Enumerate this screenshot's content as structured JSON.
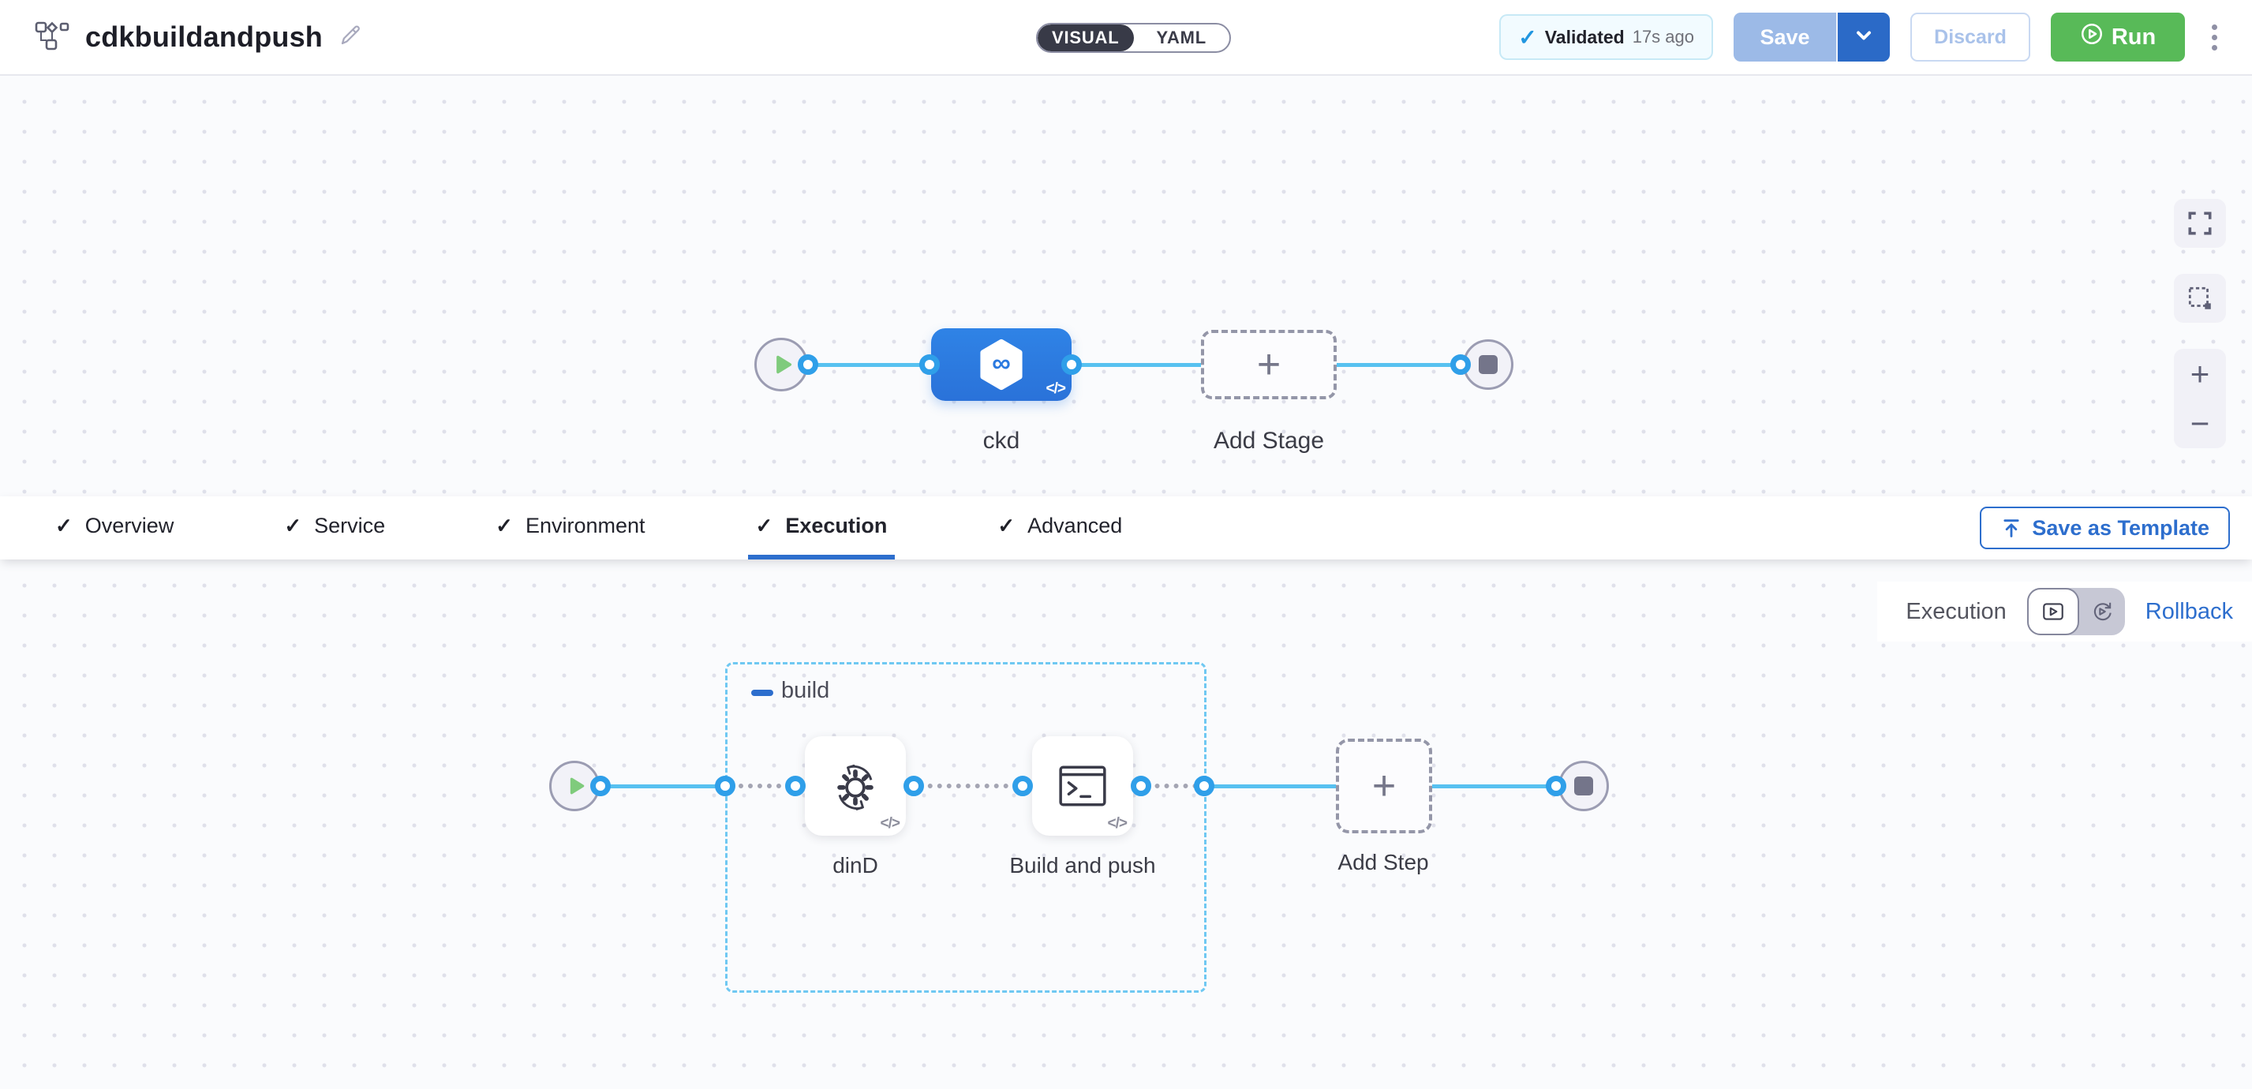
{
  "header": {
    "title": "cdkbuildandpush",
    "mode_toggle": {
      "visual": "VISUAL",
      "yaml": "YAML"
    },
    "validation": {
      "check": "✓",
      "status": "Validated",
      "time": "17s ago"
    },
    "buttons": {
      "save": "Save",
      "discard": "Discard",
      "run": "Run"
    }
  },
  "pipeline_canvas": {
    "stage": {
      "label": "ckd",
      "icon_glyph": "∞",
      "code_badge": "</>"
    },
    "add_stage": {
      "label": "Add Stage",
      "plus": "+"
    },
    "zoom_controls": {
      "zoom_in": "+",
      "zoom_out": "−"
    }
  },
  "tabs": [
    {
      "checked": "✓",
      "label": "Overview",
      "active": false
    },
    {
      "checked": "✓",
      "label": "Service",
      "active": false
    },
    {
      "checked": "✓",
      "label": "Environment",
      "active": false
    },
    {
      "checked": "✓",
      "label": "Execution",
      "active": true
    },
    {
      "checked": "✓",
      "label": "Advanced",
      "active": false
    }
  ],
  "save_as_template": "Save as Template",
  "execution_canvas": {
    "mode": {
      "execution_label": "Execution",
      "rollback_label": "Rollback"
    },
    "group": {
      "label": "build"
    },
    "steps": [
      {
        "label": "dinD",
        "icon": "gear-sync-icon",
        "code_badge": "</>"
      },
      {
        "label": "Build and push",
        "icon": "terminal-icon",
        "code_badge": "</>"
      }
    ],
    "add_step": {
      "label": "Add Step",
      "plus": "+"
    }
  },
  "colors": {
    "accent_blue": "#2d6ecd",
    "node_blue": "#2b7ae0",
    "connector_blue": "#57c1f0",
    "port_ring": "#2f9fe9",
    "run_green": "#58ba58",
    "save_disabled": "#9cbae7",
    "save_dropdown": "#2b6ac7",
    "group_dash": "#6fc8f2",
    "validated_check": "#2196e0",
    "toggle_dark": "#383a47"
  }
}
